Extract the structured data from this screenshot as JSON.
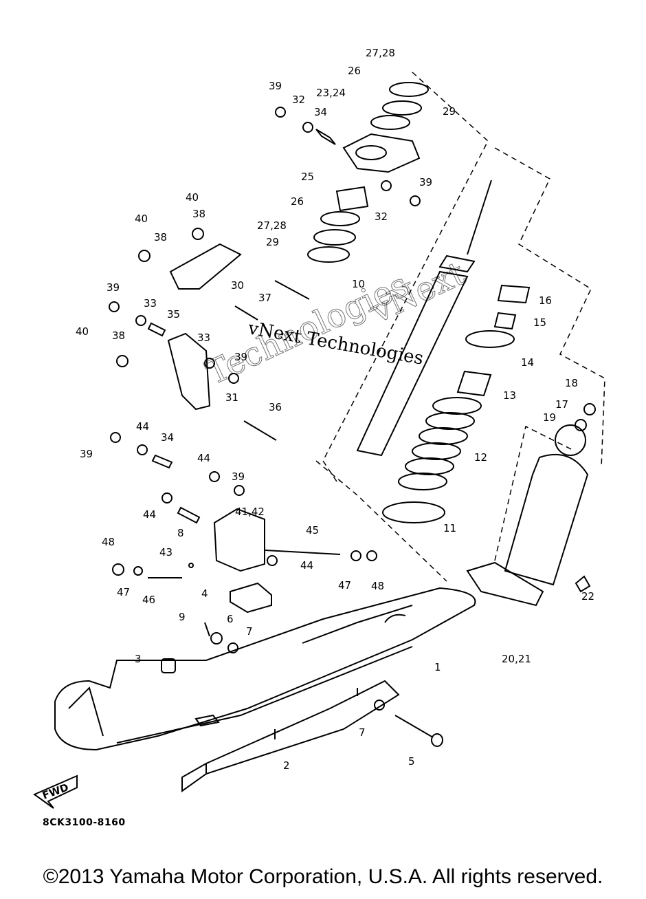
{
  "labels": [
    "1",
    "2",
    "3",
    "4",
    "5",
    "6",
    "7",
    "7",
    "8",
    "9",
    "10",
    "11",
    "12",
    "13",
    "14",
    "15",
    "16",
    "17",
    "18",
    "19",
    "20,21",
    "22",
    "23,24",
    "25",
    "26",
    "26",
    "27,28",
    "27,28",
    "29",
    "29",
    "30",
    "31",
    "32",
    "32",
    "33",
    "33",
    "34",
    "34",
    "35",
    "36",
    "37",
    "38",
    "38",
    "38",
    "39",
    "39",
    "39",
    "39",
    "39",
    "39",
    "40",
    "40",
    "40",
    "41,42",
    "43",
    "44",
    "44",
    "44",
    "44",
    "45",
    "46",
    "47",
    "47",
    "48",
    "48"
  ],
  "watermark": {
    "line1": "vNext Technologies",
    "line2": "vNext",
    "line3": "Technologies"
  },
  "fwd_label": "FWD",
  "diagram_code": "8CK3100-8160",
  "copyright": "©2013 Yamaha Motor Corporation, U.S.A. All rights reserved."
}
